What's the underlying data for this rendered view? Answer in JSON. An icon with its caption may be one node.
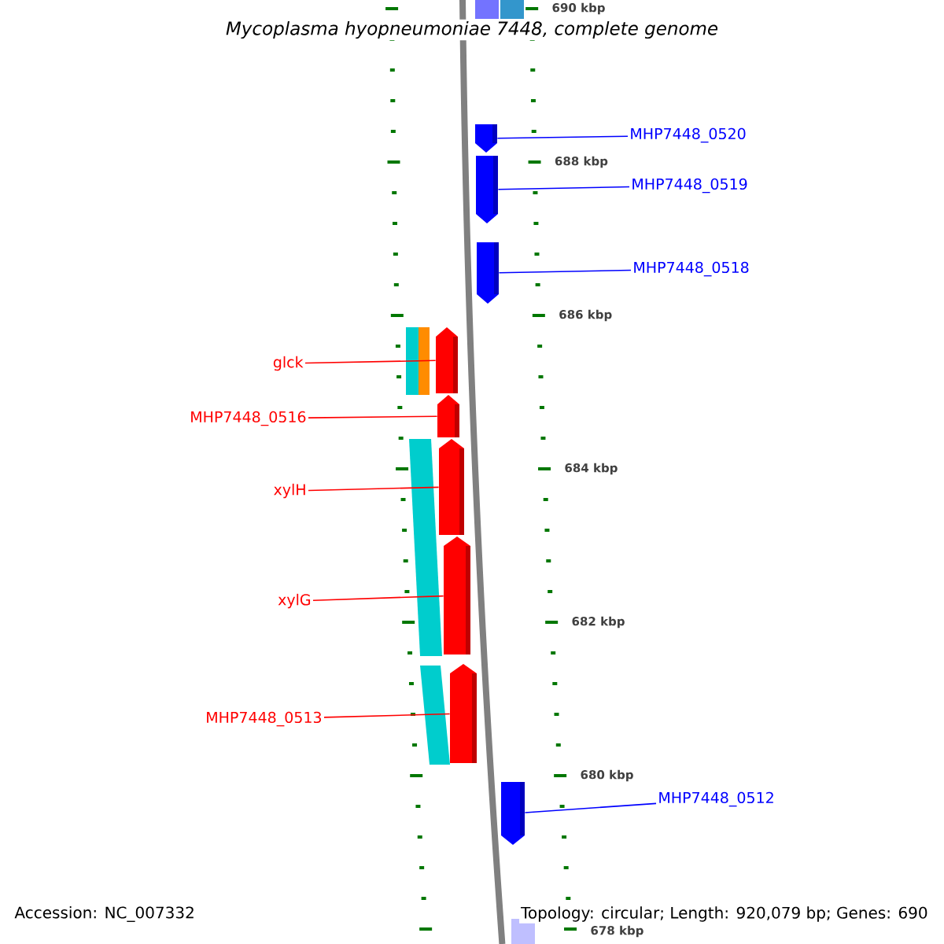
{
  "diagram": {
    "title": "Mycoplasma hyopneumoniae 7448, complete genome",
    "nodes": [
      {
        "text": [
          "MHP7448_0520"
        ]
      },
      {
        "text": [],
        "shape": "pentagon"
      },
      {
        "text": [
          "MHP7448_0519"
        ]
      },
      {
        "text": [],
        "shape": "pentagon"
      },
      {
        "text": [
          "MHP7448_0518"
        ]
      },
      {
        "text": [],
        "shape": "pentagon"
      },
      {
        "text": [
          "glck"
        ]
      },
      {
        "text": [],
        "shape": "pentagon"
      },
      {
        "text": [
          "MHP7448_0516"
        ]
      },
      {
        "text": [],
        "shape": "pentagon"
      },
      {
        "text": [
          "xylH"
        ]
      },
      {
        "text": [],
        "shape": "pentagon"
      },
      {
        "text": [
          "xylG"
        ]
      },
      {
        "text": [],
        "shape": "pentagon"
      },
      {
        "text": [
          "MHP7448_0513"
        ]
      },
      {
        "text": [],
        "shape": "pentagon"
      },
      {
        "text": [
          "MHP7448_0512"
        ]
      },
      {
        "text": [],
        "shape": "pentagon"
      }
    ],
    "edges": [
      {
        "from": 0,
        "to": 1,
        "arrow": "none",
        "color": "#0000ff"
      },
      {
        "from": 2,
        "to": 3,
        "arrow": "none",
        "color": "#0000ff"
      },
      {
        "from": 4,
        "to": 5,
        "arrow": "none",
        "color": "#0000ff"
      },
      {
        "from": 6,
        "to": 7,
        "arrow": "none"
      },
      {
        "from": 8,
        "to": 9,
        "arrow": "none"
      },
      {
        "from": 10,
        "to": 11,
        "arrow": "none"
      },
      {
        "from": 12,
        "to": 13,
        "arrow": "none"
      },
      {
        "from": 14,
        "to": 15,
        "arrow": "none"
      },
      {
        "from": 16,
        "to": 17,
        "arrow": "none",
        "color": "#0000ff"
      }
    ],
    "labels": [
      "690 kbp",
      "688 kbp",
      "686 kbp",
      "684 kbp",
      "682 kbp",
      "680 kbp",
      "678 kbp",
      "Accession: NC_007332",
      "Topology: circular; Length: 920,079 bp; Genes: 690"
    ]
  }
}
